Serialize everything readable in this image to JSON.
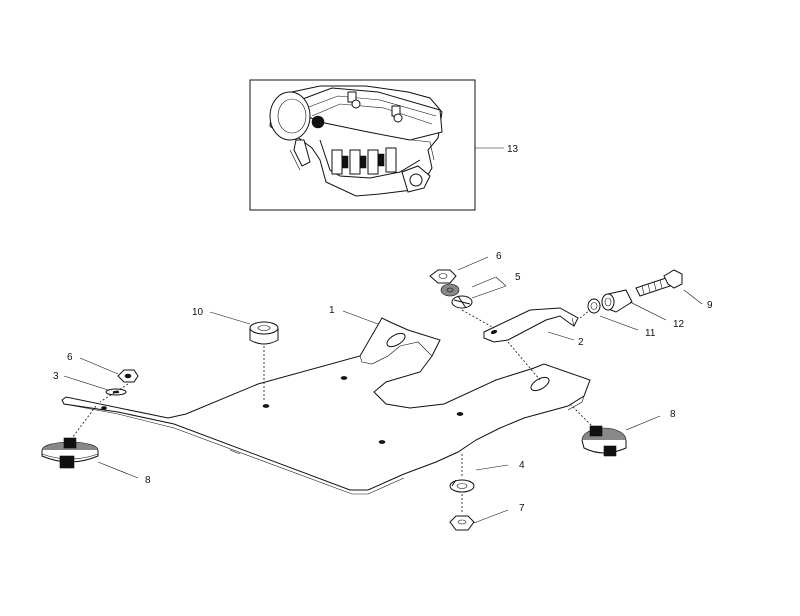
{
  "callouts": {
    "c1": "1",
    "c2": "2",
    "c3": "3",
    "c4": "4",
    "c5": "5",
    "c6a": "6",
    "c6b": "6",
    "c7": "7",
    "c8a": "8",
    "c8b": "8",
    "c9": "9",
    "c10": "10",
    "c11": "11",
    "c12": "12",
    "c13": "13"
  },
  "colors": {
    "line": "#111111",
    "background": "#ffffff"
  }
}
